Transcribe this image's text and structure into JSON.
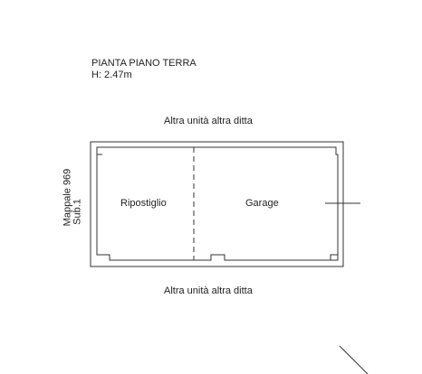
{
  "header": {
    "title": "PIANTA PIANO TERRA",
    "height": "H: 2.47m"
  },
  "neighbors": {
    "top": "Altra unità altra ditta",
    "bottom": "Altra unità altra ditta"
  },
  "side_label": {
    "mappale": "Mappale 969",
    "sub": "Sub.1"
  },
  "rooms": [
    {
      "name": "Ripostiglio"
    },
    {
      "name": "Garage"
    }
  ],
  "colors": {
    "line": "#333333",
    "text": "#222222",
    "background": "#ffffff"
  }
}
